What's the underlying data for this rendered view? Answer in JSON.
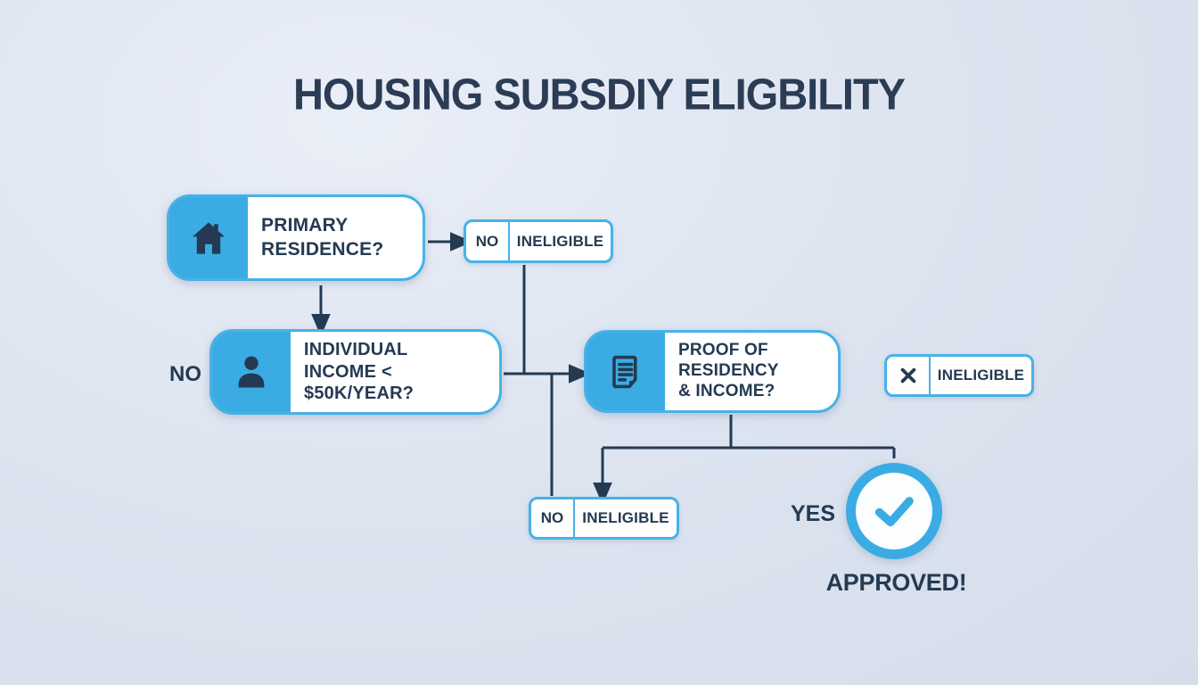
{
  "title": "HOUSING SUBSDIY ELIGBILITY",
  "colors": {
    "background": "#dde4f0",
    "accent_blue": "#3aace3",
    "border_blue": "#47b2e7",
    "dark_navy": "#243a52"
  },
  "nodes": {
    "primary_residence": {
      "icon": "house-icon",
      "lines": [
        "PRIMARY",
        "RESIDENCE?"
      ]
    },
    "individual_income": {
      "icon": "person-icon",
      "lines": [
        "INDIVIDUAL",
        "INCOME < $50K/YEAR?"
      ]
    },
    "proof": {
      "icon": "document-icon",
      "lines": [
        "PROOF OF",
        "RESIDENCY",
        "& INCOME?"
      ]
    },
    "ineligible_top": {
      "prefix": "NO",
      "label": "INELIGIBLE"
    },
    "ineligible_right": {
      "icon": "x-icon",
      "label": "INELIGIBLE"
    },
    "ineligible_bottom": {
      "prefix": "NO",
      "label": "INELIGIBLE"
    }
  },
  "labels": {
    "no_branch": "NO",
    "yes_branch": "YES",
    "approved": "APPROVED!",
    "approved_icon": "checkmark-icon"
  }
}
